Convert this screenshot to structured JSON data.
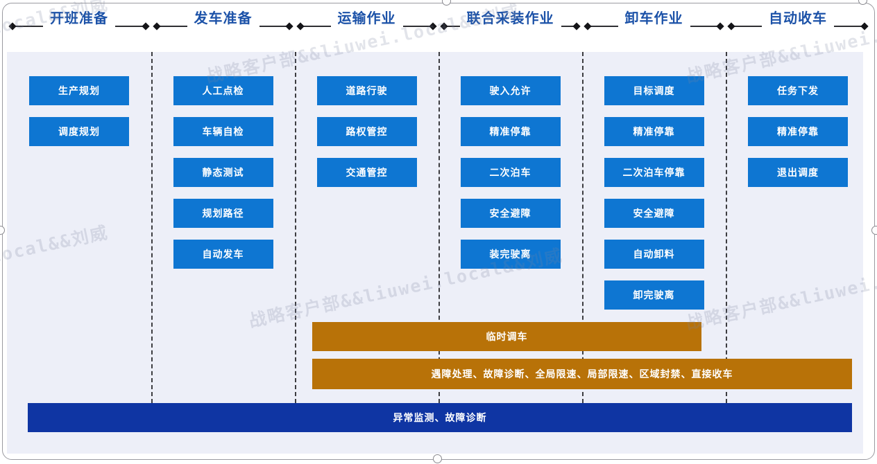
{
  "watermark": {
    "text": "战略客户部&&liuwei.local&&刘威"
  },
  "colors": {
    "task_blue": "#0e76d2",
    "warning_orange": "#b87208",
    "alert_navy": "#0f35a3",
    "header_text": "#1c52a8",
    "panel_bg": "#edeff8"
  },
  "phases": [
    {
      "label": "开班准备",
      "tasks": [
        "生产规划",
        "调度规划"
      ]
    },
    {
      "label": "发车准备",
      "tasks": [
        "人工点检",
        "车辆自检",
        "静态测试",
        "规划路径",
        "自动发车"
      ]
    },
    {
      "label": "运输作业",
      "tasks": [
        "道路行驶",
        "路权管控",
        "交通管控"
      ]
    },
    {
      "label": "联合采装作业",
      "tasks": [
        "驶入允许",
        "精准停靠",
        "二次泊车",
        "安全避障",
        "装完驶离"
      ]
    },
    {
      "label": "卸车作业",
      "tasks": [
        "目标调度",
        "精准停靠",
        "二次泊车停靠",
        "安全避障",
        "自动卸料",
        "卸完驶离"
      ]
    },
    {
      "label": "自动收车",
      "tasks": [
        "任务下发",
        "精准停靠",
        "退出调度"
      ]
    }
  ],
  "overlay_bars": {
    "temporary_dispatch": "临时调车",
    "exception_actions": "遇障处理、故障诊断、全局限速、局部限速、区域封禁、直接收车",
    "monitoring": "异常监测、故障诊断"
  }
}
